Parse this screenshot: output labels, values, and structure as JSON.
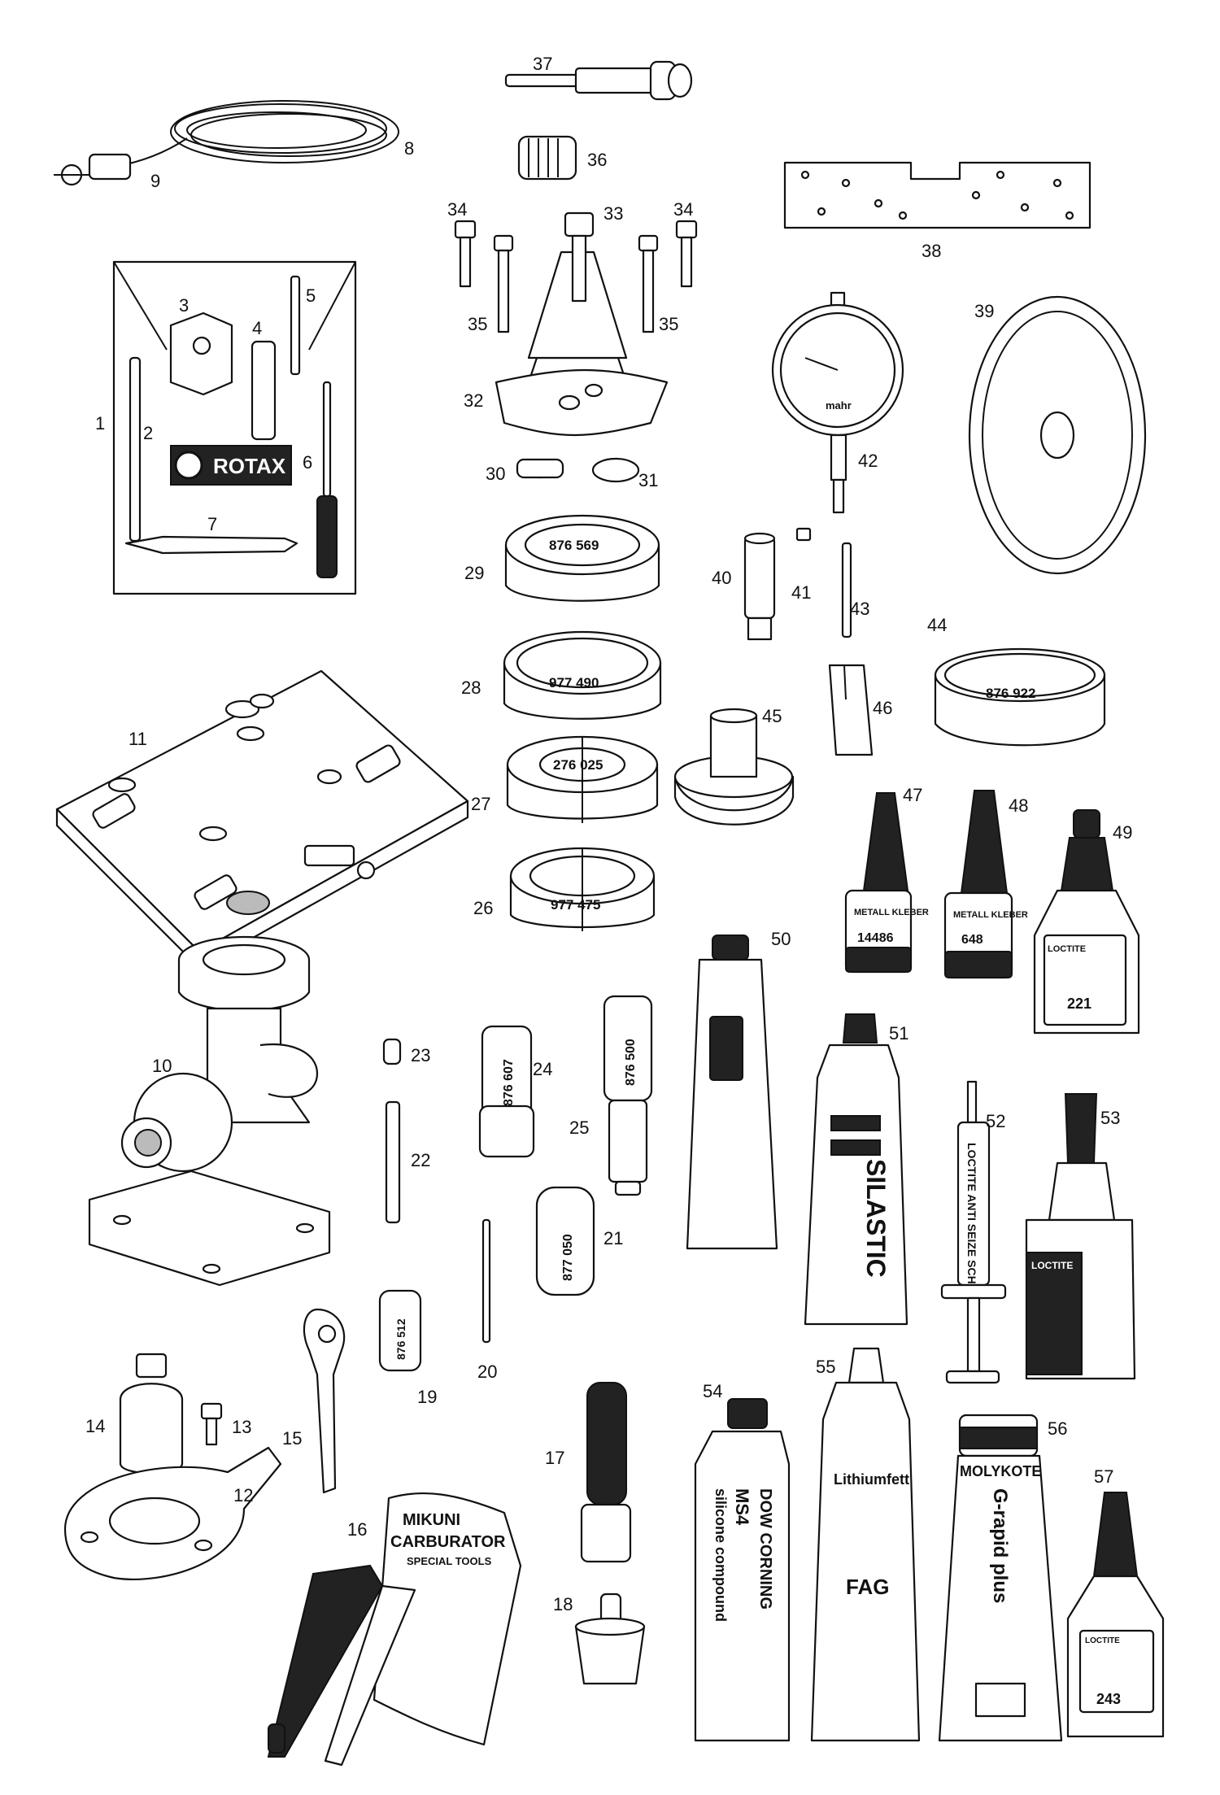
{
  "callouts": {
    "n1": "1",
    "n2": "2",
    "n3": "3",
    "n4": "4",
    "n5": "5",
    "n6": "6",
    "n7": "7",
    "n8": "8",
    "n9": "9",
    "n10": "10",
    "n11": "11",
    "n12": "12",
    "n13": "13",
    "n14": "14",
    "n15": "15",
    "n16": "16",
    "n17": "17",
    "n18": "18",
    "n19": "19",
    "n20": "20",
    "n21": "21",
    "n22": "22",
    "n23": "23",
    "n24": "24",
    "n25": "25",
    "n26": "26",
    "n27": "27",
    "n28": "28",
    "n29": "29",
    "n30": "30",
    "n31": "31",
    "n32": "32",
    "n33": "33",
    "n34a": "34",
    "n34b": "34",
    "n35a": "35",
    "n35b": "35",
    "n36": "36",
    "n37": "37",
    "n38": "38",
    "n39": "39",
    "n40": "40",
    "n41": "41",
    "n42": "42",
    "n43": "43",
    "n44": "44",
    "n45": "45",
    "n46": "46",
    "n47": "47",
    "n48": "48",
    "n49": "49",
    "n50": "50",
    "n51": "51",
    "n52": "52",
    "n53": "53",
    "n54": "54",
    "n55": "55",
    "n56": "56",
    "n57": "57"
  },
  "part_labels": {
    "rotax": "ROTAX",
    "ring29": "876 569",
    "ring28": "977 490",
    "ring27": "276 025",
    "ring26": "977 475",
    "ring44": "876 922",
    "pin24": "876 607",
    "pin25": "876 500",
    "pin21": "877 050",
    "pin19": "876 512",
    "gauge_brand": "mahr",
    "bottle47": "METALL KLEBER",
    "bottle47_num": "14486",
    "bottle48": "METALL KLEBER",
    "bottle48_num": "648",
    "loctite": "LOCTITE",
    "bottle49_num": "221",
    "bottle57_num": "243",
    "tube51": "SILASTIC",
    "syringe52": "LOCTITE ANTI SEIZE SCHMIERMETALL",
    "tube54_brand": "DOW CORNING",
    "tube54_a": "MS4",
    "tube54_b": "silicone compound",
    "tube55_brand": "Lithiumfett",
    "tube55_fag": "FAG",
    "tube56_brand": "MOLYKOTE",
    "tube56_b": "G-rapid plus",
    "case16_a": "MIKUNI",
    "case16_b": "CARBURATOR",
    "case16_c": "SPECIAL TOOLS"
  }
}
